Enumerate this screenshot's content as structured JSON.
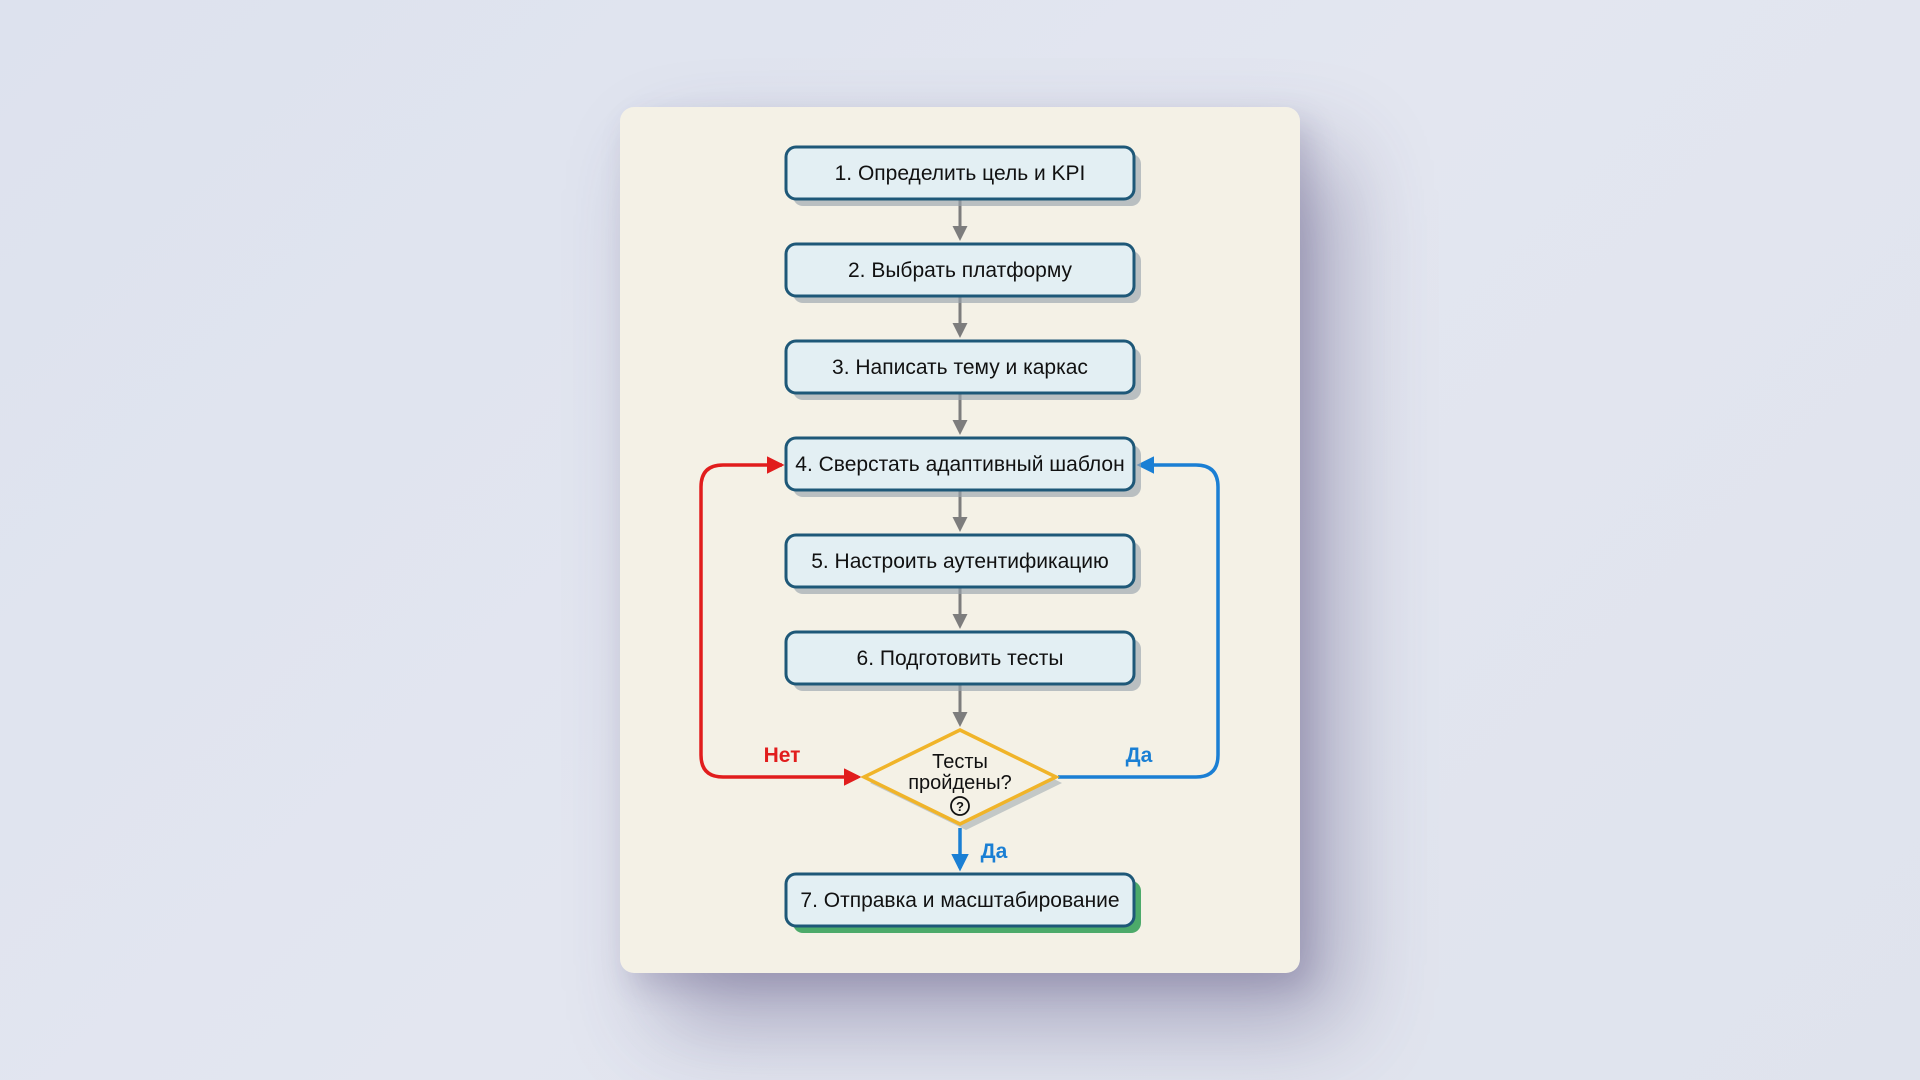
{
  "colors": {
    "background": "#e0e4ee",
    "card": "#f4f1e6",
    "node_fill": "#e3eff3",
    "node_stroke": "#1e5878",
    "arrow_gray": "#7d7d7d",
    "no_red": "#e11d1d",
    "yes_blue": "#1a7fd4",
    "decision_stroke": "#f0b429",
    "final_shadow": "#4caa6a"
  },
  "steps": [
    {
      "label": "1. Определить цель и KPI"
    },
    {
      "label": "2. Выбрать платформу"
    },
    {
      "label": "3. Написать тему и каркас"
    },
    {
      "label": "4. Сверстать адаптивный шаблон"
    },
    {
      "label": "5. Настроить аутентификацию"
    },
    {
      "label": "6. Подготовить тесты"
    }
  ],
  "decision": {
    "line1": "Тесты",
    "line2": "пройдены?",
    "icon": "question-circle-icon",
    "icon_glyph": "?"
  },
  "final_step": {
    "label": "7. Отправка и масштабирование"
  },
  "edge_labels": {
    "no": "Нет",
    "yes_loop": "Да",
    "yes_down": "Да"
  }
}
